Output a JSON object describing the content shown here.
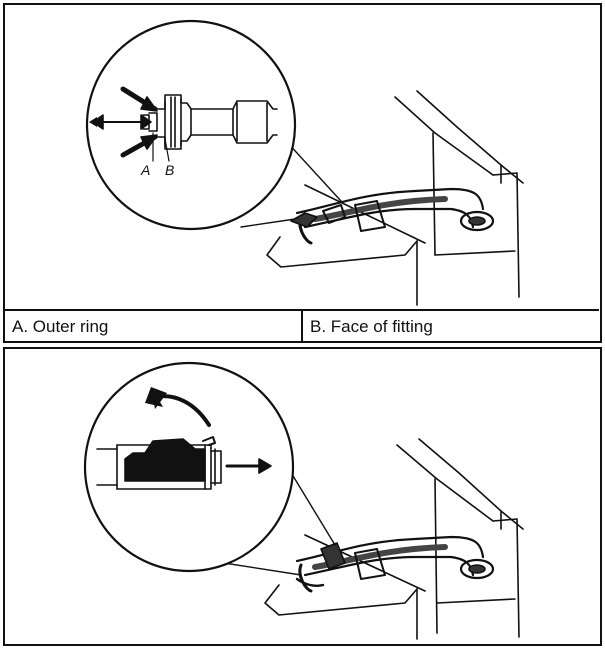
{
  "panels": [
    {
      "id": "fitting-detail",
      "callouts": {
        "a": "A",
        "b": "B"
      },
      "captions": [
        {
          "label": "A. Outer ring"
        },
        {
          "label": "B. Face of fitting"
        }
      ]
    },
    {
      "id": "clip-removal",
      "captions": []
    }
  ]
}
